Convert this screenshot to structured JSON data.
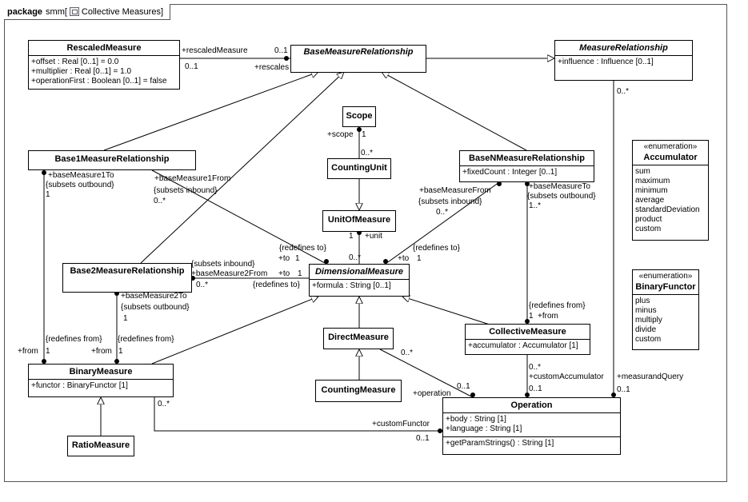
{
  "diagram": {
    "kind": "package",
    "name": "smm",
    "title": "Collective Measures"
  },
  "classes": {
    "rescaled": {
      "name": "RescaledMeasure",
      "attrs": [
        "+offset : Real [0..1] = 0.0",
        "+multiplier : Real [0..1] = 1.0",
        "+operationFirst : Boolean [0..1] = false"
      ]
    },
    "bmr": {
      "name": "BaseMeasureRelationship"
    },
    "mr": {
      "name": "MeasureRelationship",
      "attrs": [
        "+influence : Influence [0..1]"
      ]
    },
    "scope": {
      "name": "Scope"
    },
    "countingUnit": {
      "name": "CountingUnit"
    },
    "b1": {
      "name": "Base1MeasureRelationship"
    },
    "bn": {
      "name": "BaseNMeasureRelationship",
      "attrs": [
        "+fixedCount : Integer [0..1]"
      ]
    },
    "accumulator": {
      "stereotype": "«enumeration»",
      "name": "Accumulator",
      "literals": [
        "sum",
        "maximum",
        "minimum",
        "average",
        "standardDeviation",
        "product",
        "custom"
      ]
    },
    "uom": {
      "name": "UnitOfMeasure"
    },
    "b2": {
      "name": "Base2MeasureRelationship"
    },
    "dim": {
      "name": "DimensionalMeasure",
      "attrs": [
        "+formula : String [0..1]"
      ]
    },
    "binaryFunctor": {
      "stereotype": "«enumeration»",
      "name": "BinaryFunctor",
      "literals": [
        "plus",
        "minus",
        "multiply",
        "divide",
        "custom"
      ]
    },
    "direct": {
      "name": "DirectMeasure"
    },
    "collective": {
      "name": "CollectiveMeasure",
      "attrs": [
        "+accumulator : Accumulator [1]"
      ]
    },
    "binary": {
      "name": "BinaryMeasure",
      "attrs": [
        "+functor : BinaryFunctor [1]"
      ]
    },
    "counting": {
      "name": "CountingMeasure"
    },
    "operation": {
      "name": "Operation",
      "attrs": [
        "+body : String [1]",
        "+language : String [1]"
      ],
      "ops": [
        "+getParamStrings() : String [1]"
      ]
    },
    "ratio": {
      "name": "RatioMeasure"
    }
  },
  "labels": {
    "rescaledMeasure": "+rescaledMeasure",
    "m01a": "0..1",
    "m01b": "0..1",
    "rescales": "+rescales",
    "mrMult": "0..*",
    "scopeRole": "+scope",
    "scopeMult": "1",
    "cuMult": "0..*",
    "bm1To": "+baseMeasure1To",
    "subOut1": "{subsets outbound}",
    "b1one": "1",
    "bm1From": "+baseMeasure1From",
    "subIn1": "{subsets inbound}",
    "b1many": "0..*",
    "bmFrom": "+baseMeasureFrom",
    "subIn2": "{subsets inbound}",
    "bnFromMult": "0..*",
    "bmTo": "+baseMeasureTo",
    "subOut2": "{subsets outbound}",
    "bnToMult": "1..*",
    "unitOne": "1",
    "unitRole": "+unit",
    "redefTo1": "{redefines to}",
    "to1": "+to",
    "to1m": "1",
    "dimMany": "0..*",
    "redefTo2": "{redefines to}",
    "to2": "+to",
    "to2m": "1",
    "subIn3": "{subsets inbound}",
    "bm2From": "+baseMeasure2From",
    "to3": "+to",
    "to3m": "1",
    "b2many": "0..*",
    "redefTo3": "{redefines to}",
    "bm2To": "+baseMeasure2To",
    "subOut3": "{subsets outbound}",
    "b2one": "1",
    "redefFrom1": "{redefines from}",
    "from1": "+from",
    "from1m": "1",
    "redefFrom2": "{redefines from}",
    "from2": "+from",
    "from2m": "1",
    "redefFrom3": "{redefines from}",
    "from3": "+from",
    "from3m": "1",
    "directMany": "0..*",
    "opMult": "0..1",
    "operationRole": "+operation",
    "collMany": "0..*",
    "customAccumulator": "+customAccumulator",
    "collOne": "0..1",
    "measurandQuery": "+measurandQuery",
    "mqOne": "0..1",
    "binMany": "0..*",
    "customFunctor": "+customFunctor",
    "cfOne": "0..1"
  }
}
